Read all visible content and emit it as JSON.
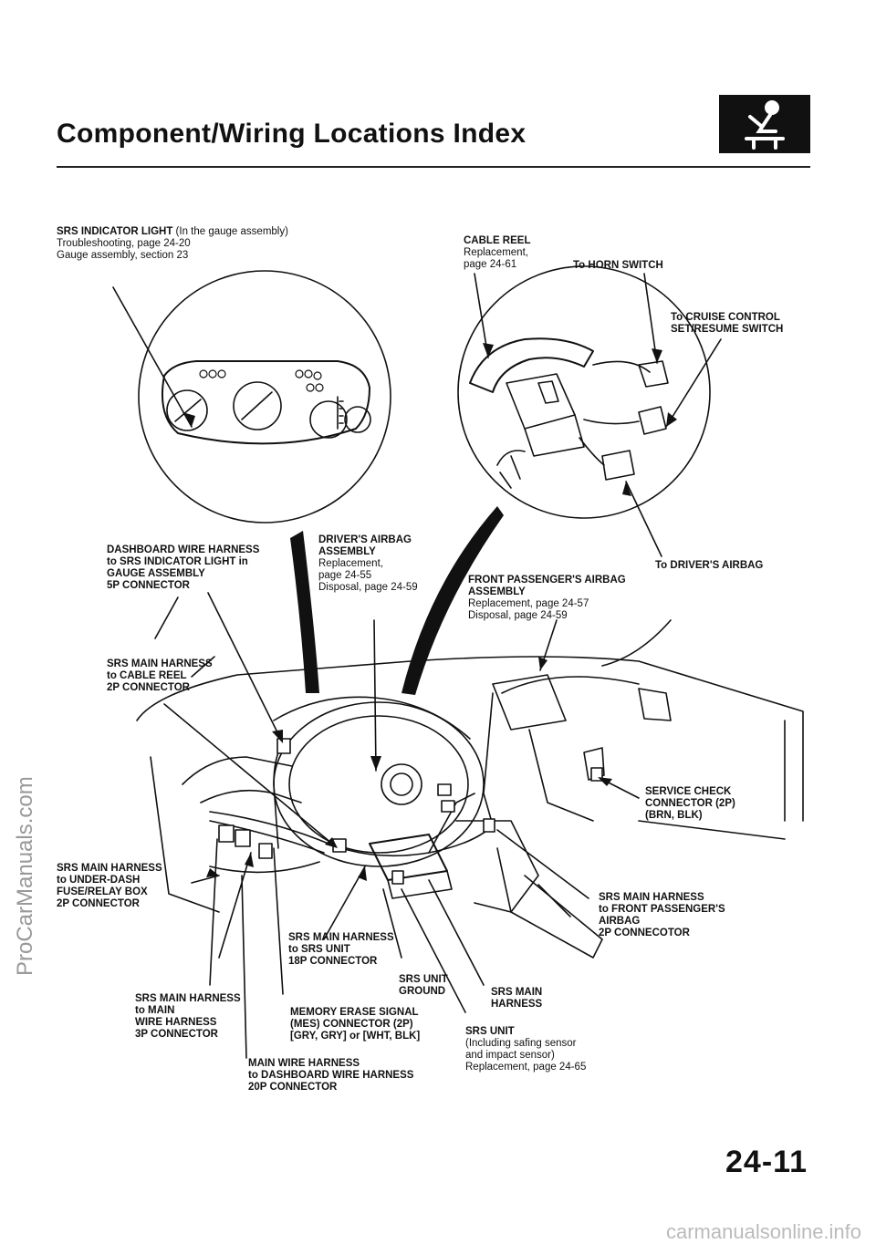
{
  "page": {
    "title": "Component/Wiring Locations Index",
    "page_number": "24-11",
    "side_watermark": "ProCarManuals.com",
    "footer_watermark": "carmanualsonline.info"
  },
  "labels": {
    "srs_indicator": {
      "bold": "SRS INDICATOR LIGHT",
      "bold_suffix": " (In the gauge assembly)",
      "lines": [
        "Troubleshooting, page 24-20",
        "Gauge assembly, section 23"
      ]
    },
    "cable_reel": {
      "bold": [
        "CABLE REEL"
      ],
      "lines": [
        "Replacement,",
        "page 24-61"
      ]
    },
    "horn_switch": {
      "bold": [
        "To HORN SWITCH"
      ],
      "lines": []
    },
    "cruise_control": {
      "bold": [
        "To CRUISE CONTROL",
        "SET/RESUME SWITCH"
      ],
      "lines": []
    },
    "dashboard_harness": {
      "bold": [
        "DASHBOARD WIRE HARNESS",
        "to SRS INDICATOR LIGHT in",
        "GAUGE ASSEMBLY",
        "5P CONNECTOR"
      ],
      "lines": []
    },
    "drivers_airbag_assembly": {
      "bold": [
        "DRIVER'S AIRBAG",
        "ASSEMBLY"
      ],
      "lines": [
        "Replacement,",
        "page 24-55",
        "Disposal, page 24-59"
      ]
    },
    "to_drivers_airbag": {
      "bold": [
        "To DRIVER'S AIRBAG"
      ],
      "lines": []
    },
    "front_passenger_airbag": {
      "bold": [
        "FRONT PASSENGER'S AIRBAG",
        "ASSEMBLY"
      ],
      "lines": [
        "Replacement, page 24-57",
        "Disposal, page 24-59"
      ]
    },
    "cable_reel_connector": {
      "bold": [
        "SRS MAIN HARNESS",
        "to CABLE REEL",
        "2P CONNECTOR"
      ],
      "lines": []
    },
    "service_check": {
      "bold": [
        "SERVICE CHECK",
        "CONNECTOR (2P)",
        "(BRN, BLK)"
      ],
      "lines": []
    },
    "under_dash": {
      "bold": [
        "SRS MAIN HARNESS",
        "to UNDER-DASH",
        "FUSE/RELAY BOX",
        "2P CONNECTOR"
      ],
      "lines": []
    },
    "front_passenger_connector": {
      "bold": [
        "SRS MAIN HARNESS",
        "to FRONT PASSENGER'S",
        "AIRBAG",
        "2P CONNECOTOR"
      ],
      "lines": []
    },
    "srs_unit_18p": {
      "bold": [
        "SRS MAIN HARNESS",
        "to SRS UNIT",
        "18P CONNECTOR"
      ],
      "lines": []
    },
    "srs_unit_ground": {
      "bold": [
        "SRS UNIT",
        "GROUND"
      ],
      "lines": []
    },
    "main_wire_3p": {
      "bold": [
        "SRS MAIN HARNESS",
        "to MAIN",
        "WIRE HARNESS",
        "3P CONNECTOR"
      ],
      "lines": []
    },
    "mes_connector": {
      "bold": [
        "MEMORY ERASE SIGNAL",
        "(MES) CONNECTOR (2P)",
        "[GRY, GRY] or [WHT, BLK]"
      ],
      "lines": []
    },
    "srs_main_harness": {
      "bold": [
        "SRS MAIN",
        "HARNESS"
      ],
      "lines": []
    },
    "srs_unit": {
      "bold": [
        "SRS UNIT"
      ],
      "lines": [
        "(Including safing sensor",
        "and impact sensor)",
        "Replacement, page 24-65"
      ]
    },
    "main_wire_20p": {
      "bold": [
        "MAIN WIRE HARNESS",
        "to DASHBOARD WIRE HARNESS",
        "20P CONNECTOR"
      ],
      "lines": []
    }
  }
}
